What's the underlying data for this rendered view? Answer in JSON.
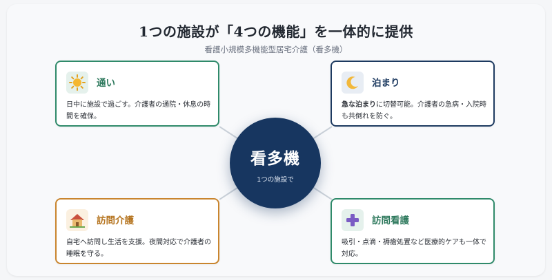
{
  "header": {
    "title": "1つの施設が「4つの機能」を一体的に提供",
    "subtitle": "看護小規模多機能型居宅介護（看多機）"
  },
  "center": {
    "title": "看多機",
    "subtitle": "1つの施設で"
  },
  "cards": {
    "tsuu": {
      "icon": "sun-icon",
      "title": "通い",
      "body": "日中に施設で過ごす。介護者の通院・休息の時間を確保。"
    },
    "tomari": {
      "icon": "moon-icon",
      "title": "泊まり",
      "body_bold": "急な泊まり",
      "body_rest": "に切替可能。介護者の急病・入院時も共倒れを防ぐ。"
    },
    "houmon": {
      "icon": "house-icon",
      "title": "訪問介護",
      "body": "自宅へ訪問し生活を支援。夜間対応で介護者の睡眠を守る。"
    },
    "kango": {
      "icon": "plus-icon",
      "title": "訪問看護",
      "body": "吸引・点滴・褥瘡処置など医療的ケアも一体で対応。"
    }
  },
  "colors": {
    "center": "#173660",
    "green": "#2f8a6a",
    "navy": "#1d3a60",
    "orange": "#c9852e",
    "purple": "#7b5cc4"
  }
}
